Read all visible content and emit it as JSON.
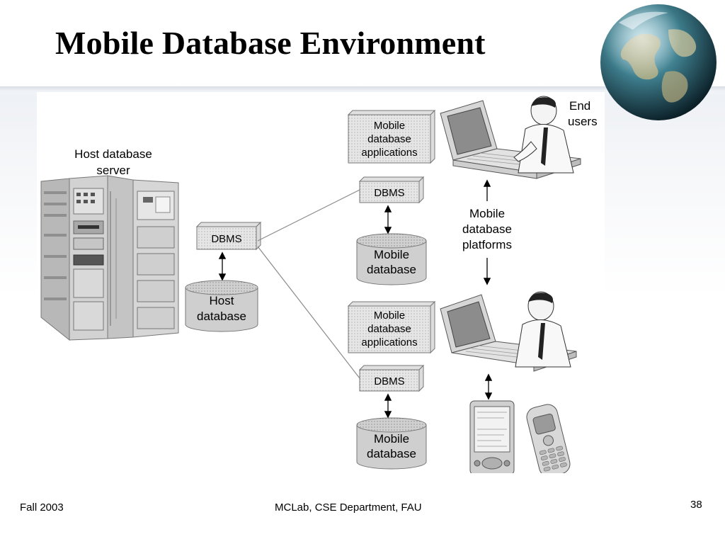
{
  "slide": {
    "title": "Mobile Database Environment"
  },
  "footer": {
    "left": "Fall 2003",
    "center": "MCLab, CSE Department, FAU",
    "page_number": "38"
  },
  "diagram": {
    "host_server_label": [
      "Host database",
      "server"
    ],
    "host_dbms": "DBMS",
    "host_db": [
      "Host",
      "database"
    ],
    "end_users": [
      "End",
      "users"
    ],
    "platforms_label": [
      "Mobile",
      "database",
      "platforms"
    ],
    "top_platform": {
      "apps": [
        "Mobile",
        "database",
        "applications"
      ],
      "dbms": "DBMS",
      "db": [
        "Mobile",
        "database"
      ]
    },
    "bottom_platform": {
      "apps": [
        "Mobile",
        "database",
        "applications"
      ],
      "dbms": "DBMS",
      "db": [
        "Mobile",
        "database"
      ]
    }
  },
  "colors": {
    "box_fill": "#c9c9c9",
    "box_side": "#dcdcdc",
    "box_dots": "#8a8a8a",
    "line": "#808080"
  },
  "icons": [
    "globe-icon",
    "server-rack-icon",
    "laptop-user-icon",
    "pda-icon",
    "cellphone-icon"
  ]
}
